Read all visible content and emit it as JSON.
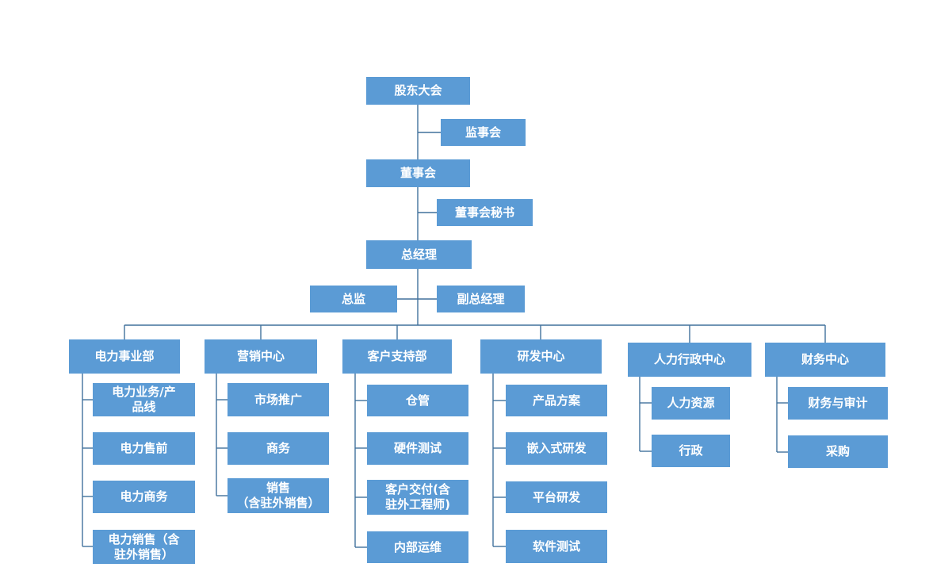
{
  "colors": {
    "box_fill": "#5B9BD5",
    "box_text": "#FFFFFF",
    "connector": "#41719C",
    "background": "#FFFFFF"
  },
  "nodes": {
    "shareholders": {
      "label": "股东大会"
    },
    "supervisory_board": {
      "label": "监事会"
    },
    "board_of_directors": {
      "label": "董事会"
    },
    "board_secretary": {
      "label": "董事会秘书"
    },
    "general_manager": {
      "label": "总经理"
    },
    "director": {
      "label": "总监"
    },
    "deputy_general_manager": {
      "label": "副总经理"
    },
    "power_division": {
      "label": "电力事业部",
      "children": {
        "product_line": {
          "label": "电力业务/产\n品线"
        },
        "presales": {
          "label": "电力售前"
        },
        "commerce": {
          "label": "电力商务"
        },
        "sales": {
          "label": "电力销售（含\n驻外销售）"
        }
      }
    },
    "marketing_center": {
      "label": "营销中心",
      "children": {
        "market_promotion": {
          "label": "市场推广"
        },
        "commerce": {
          "label": "商务"
        },
        "sales": {
          "label": "销售\n（含驻外销售）"
        }
      }
    },
    "customer_support_dept": {
      "label": "客户支持部",
      "children": {
        "warehouse": {
          "label": "仓管"
        },
        "hardware_testing": {
          "label": "硬件测试"
        },
        "customer_delivery": {
          "label": "客户交付(含\n驻外工程师)"
        },
        "internal_operations": {
          "label": "内部运维"
        }
      }
    },
    "rd_center": {
      "label": "研发中心",
      "children": {
        "product_solutions": {
          "label": "产品方案"
        },
        "embedded_rd": {
          "label": "嵌入式研发"
        },
        "platform_rd": {
          "label": "平台研发"
        },
        "software_testing": {
          "label": "软件测试"
        }
      }
    },
    "hr_admin_center": {
      "label": "人力行政中心",
      "children": {
        "human_resources": {
          "label": "人力资源"
        },
        "administration": {
          "label": "行政"
        }
      }
    },
    "finance_center": {
      "label": "财务中心",
      "children": {
        "finance_audit": {
          "label": "财务与审计"
        },
        "procurement": {
          "label": "采购"
        }
      }
    }
  }
}
